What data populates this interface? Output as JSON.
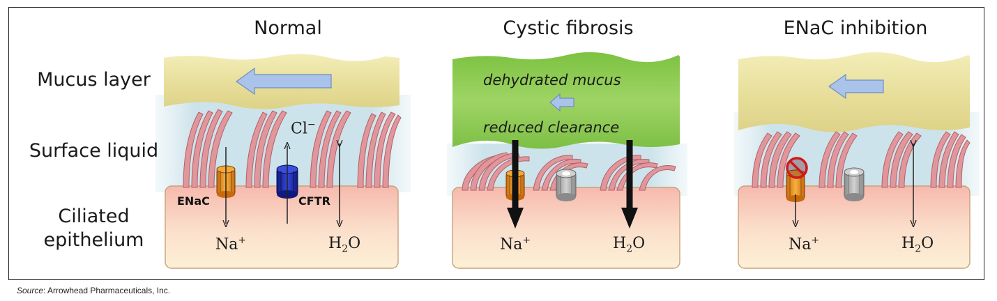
{
  "panels": {
    "normal": {
      "title": "Normal",
      "labels": {
        "enac": "ENaC",
        "cftr": "CFTR",
        "chloride": "Cl−",
        "sodium": "Na+",
        "water": "H2O"
      }
    },
    "cf": {
      "title": "Cystic fibrosis",
      "mucus_text": "dehydrated mucus",
      "clearance_text": "reduced clearance",
      "labels": {
        "sodium": "Na+",
        "water": "H2O"
      }
    },
    "inhibition": {
      "title": "ENaC inhibition",
      "labels": {
        "sodium": "Na+",
        "water": "H2O"
      }
    }
  },
  "row_labels": {
    "mucus": "Mucus layer",
    "surface_liquid": "Surface liquid",
    "epithelium_line1": "Ciliated",
    "epithelium_line2": "epithelium"
  },
  "source": {
    "prefix": "Source",
    "text": ": Arrowhead Pharmaceuticals, Inc."
  },
  "colors": {
    "mucus_normal": "#ece4a3",
    "mucus_dehydrated": "#8cc84b",
    "surface_liquid": "#cfe4ec",
    "epithelium": "#f7c9bd",
    "epithelium_base": "#fbe9cf",
    "cilia": "#d98b8f",
    "enac": "#f0a02c",
    "cftr": "#2536c8",
    "inactive_cftr": "#a9a9a9",
    "flow_arrow": "#a9c3ea"
  },
  "icons": [
    "flow-arrow-icon",
    "enac-channel-icon",
    "cftr-channel-icon",
    "blocked-icon"
  ]
}
